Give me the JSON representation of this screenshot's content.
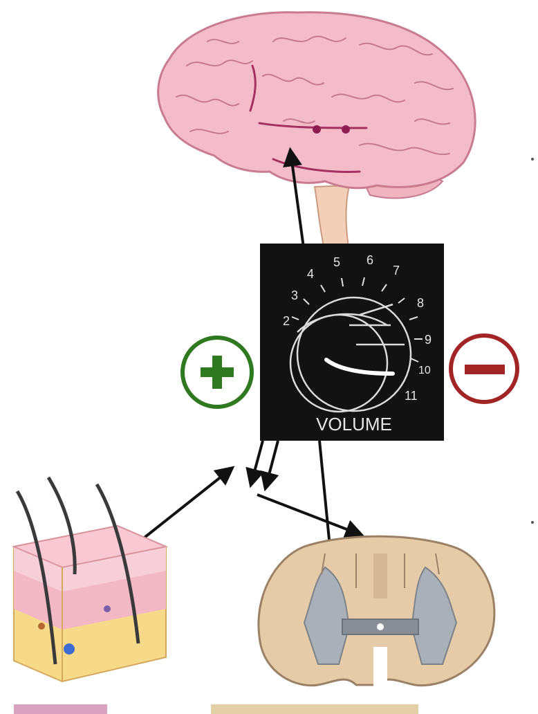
{
  "volume_knob": {
    "label": "VOLUME",
    "scale": [
      "2",
      "3",
      "4",
      "5",
      "6",
      "7",
      "8",
      "9",
      "10",
      "11"
    ]
  },
  "modulation": {
    "increase_symbol": "+",
    "decrease_symbol": "−",
    "increase_color": "#2f7a20",
    "decrease_color": "#a32424"
  },
  "illustrations": [
    "brain-icon",
    "skin-cross-section-icon",
    "spinal-cord-cross-section-icon"
  ]
}
